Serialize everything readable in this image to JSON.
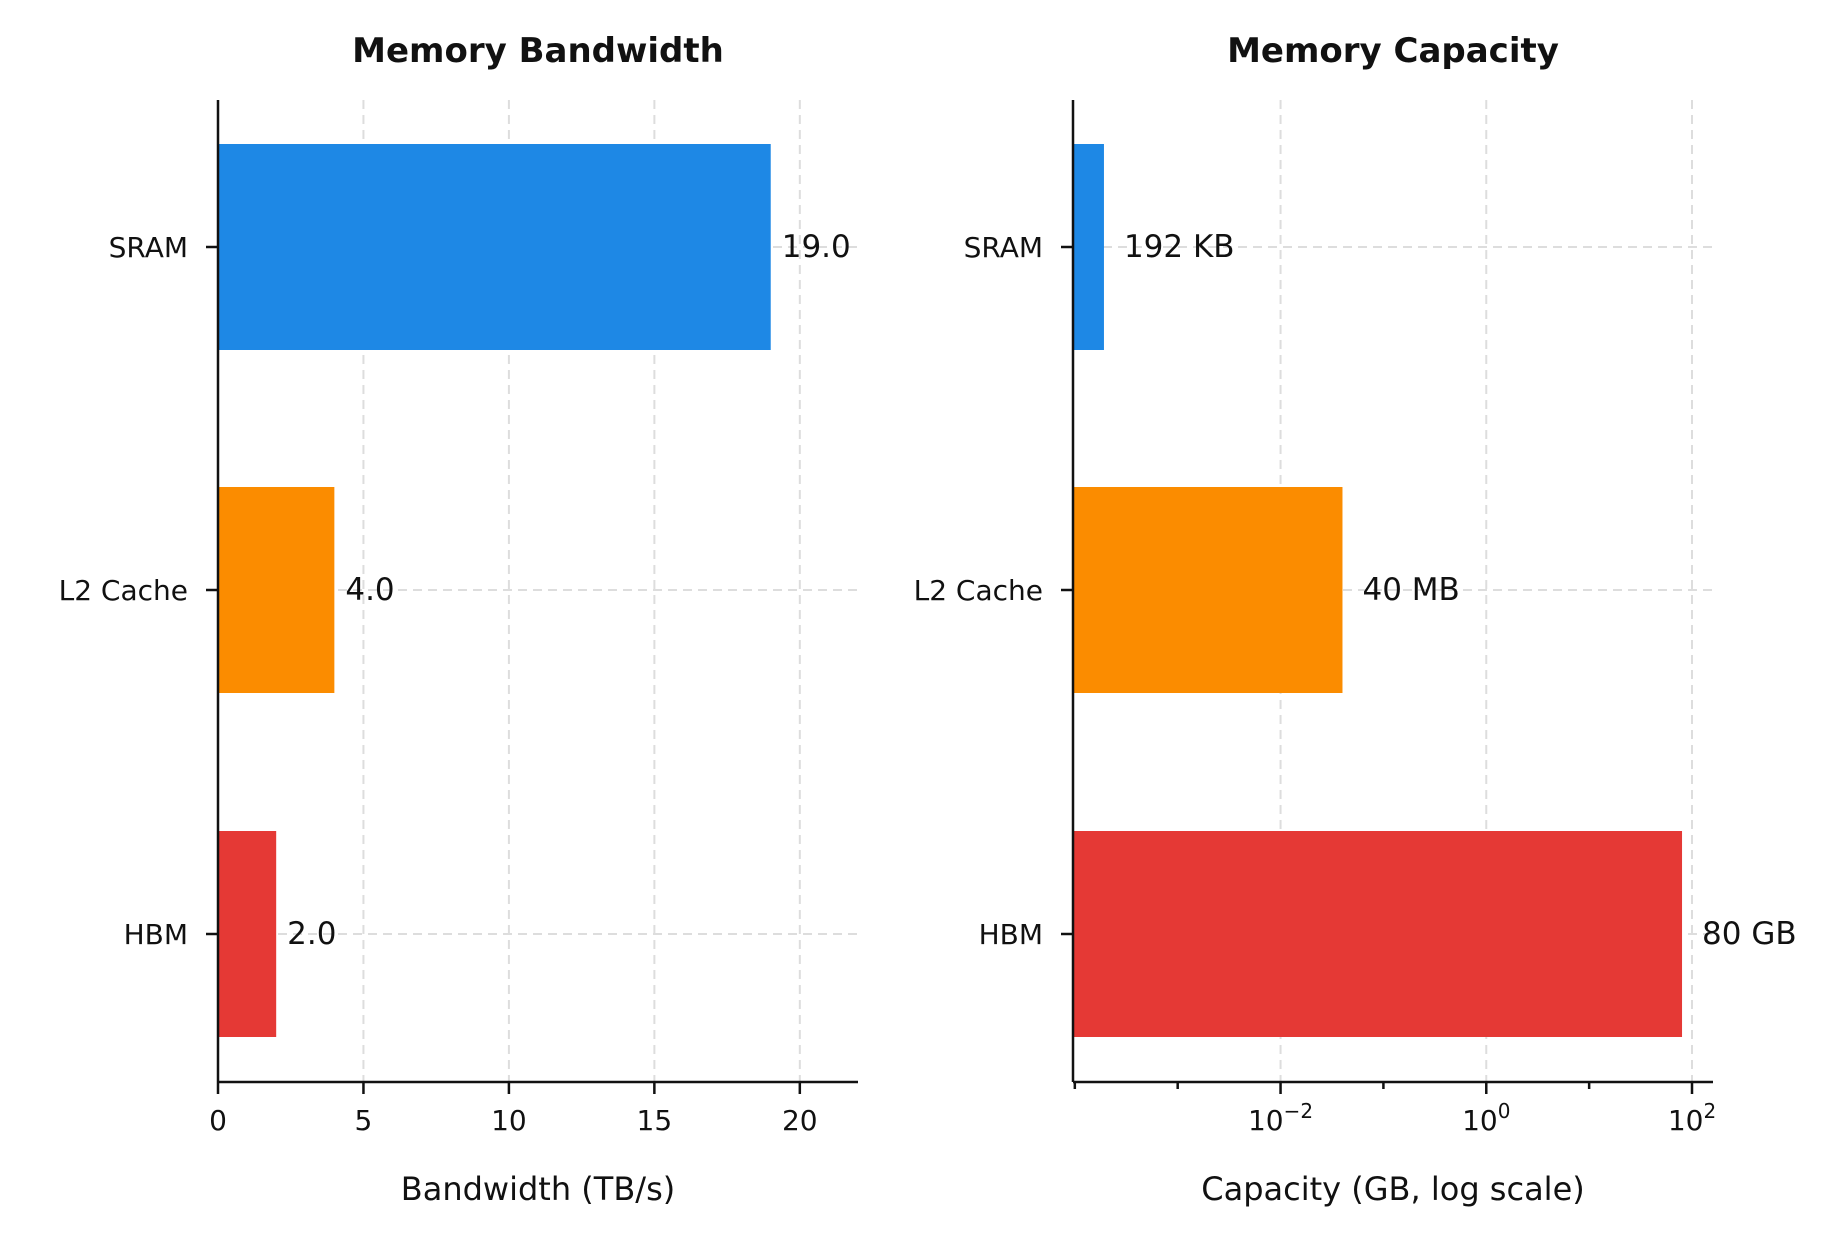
{
  "chart_data": [
    {
      "type": "bar",
      "orientation": "horizontal",
      "title": "Memory Bandwidth",
      "xlabel": "Bandwidth (TB/s)",
      "ylabel": "",
      "categories": [
        "SRAM",
        "L2 Cache",
        "HBM"
      ],
      "values": [
        19.0,
        4.0,
        2.0
      ],
      "data_labels": [
        "19.0",
        "4.0",
        "2.0"
      ],
      "colors": [
        "#1e88e5",
        "#fb8c00",
        "#e53935"
      ],
      "xscale": "linear",
      "xlim": [
        0,
        22
      ],
      "xticks": [
        0,
        5,
        10,
        15,
        20
      ],
      "xtick_labels": [
        "0",
        "5",
        "10",
        "15",
        "20"
      ],
      "grid": true
    },
    {
      "type": "bar",
      "orientation": "horizontal",
      "title": "Memory Capacity",
      "xlabel": "Capacity (GB, log scale)",
      "ylabel": "",
      "categories": [
        "SRAM",
        "L2 Cache",
        "HBM"
      ],
      "values": [
        0.000192,
        0.04,
        80
      ],
      "data_labels": [
        "192 KB",
        "40 MB",
        "80 GB"
      ],
      "colors": [
        "#1e88e5",
        "#fb8c00",
        "#e53935"
      ],
      "xscale": "log",
      "xlim": [
        9.6e-05,
        160
      ],
      "xticks": [
        0.01,
        1,
        100
      ],
      "xtick_labels": [
        {
          "base": "10",
          "exp": "−2"
        },
        {
          "base": "10",
          "exp": "0"
        },
        {
          "base": "10",
          "exp": "2"
        }
      ],
      "grid": true
    }
  ]
}
